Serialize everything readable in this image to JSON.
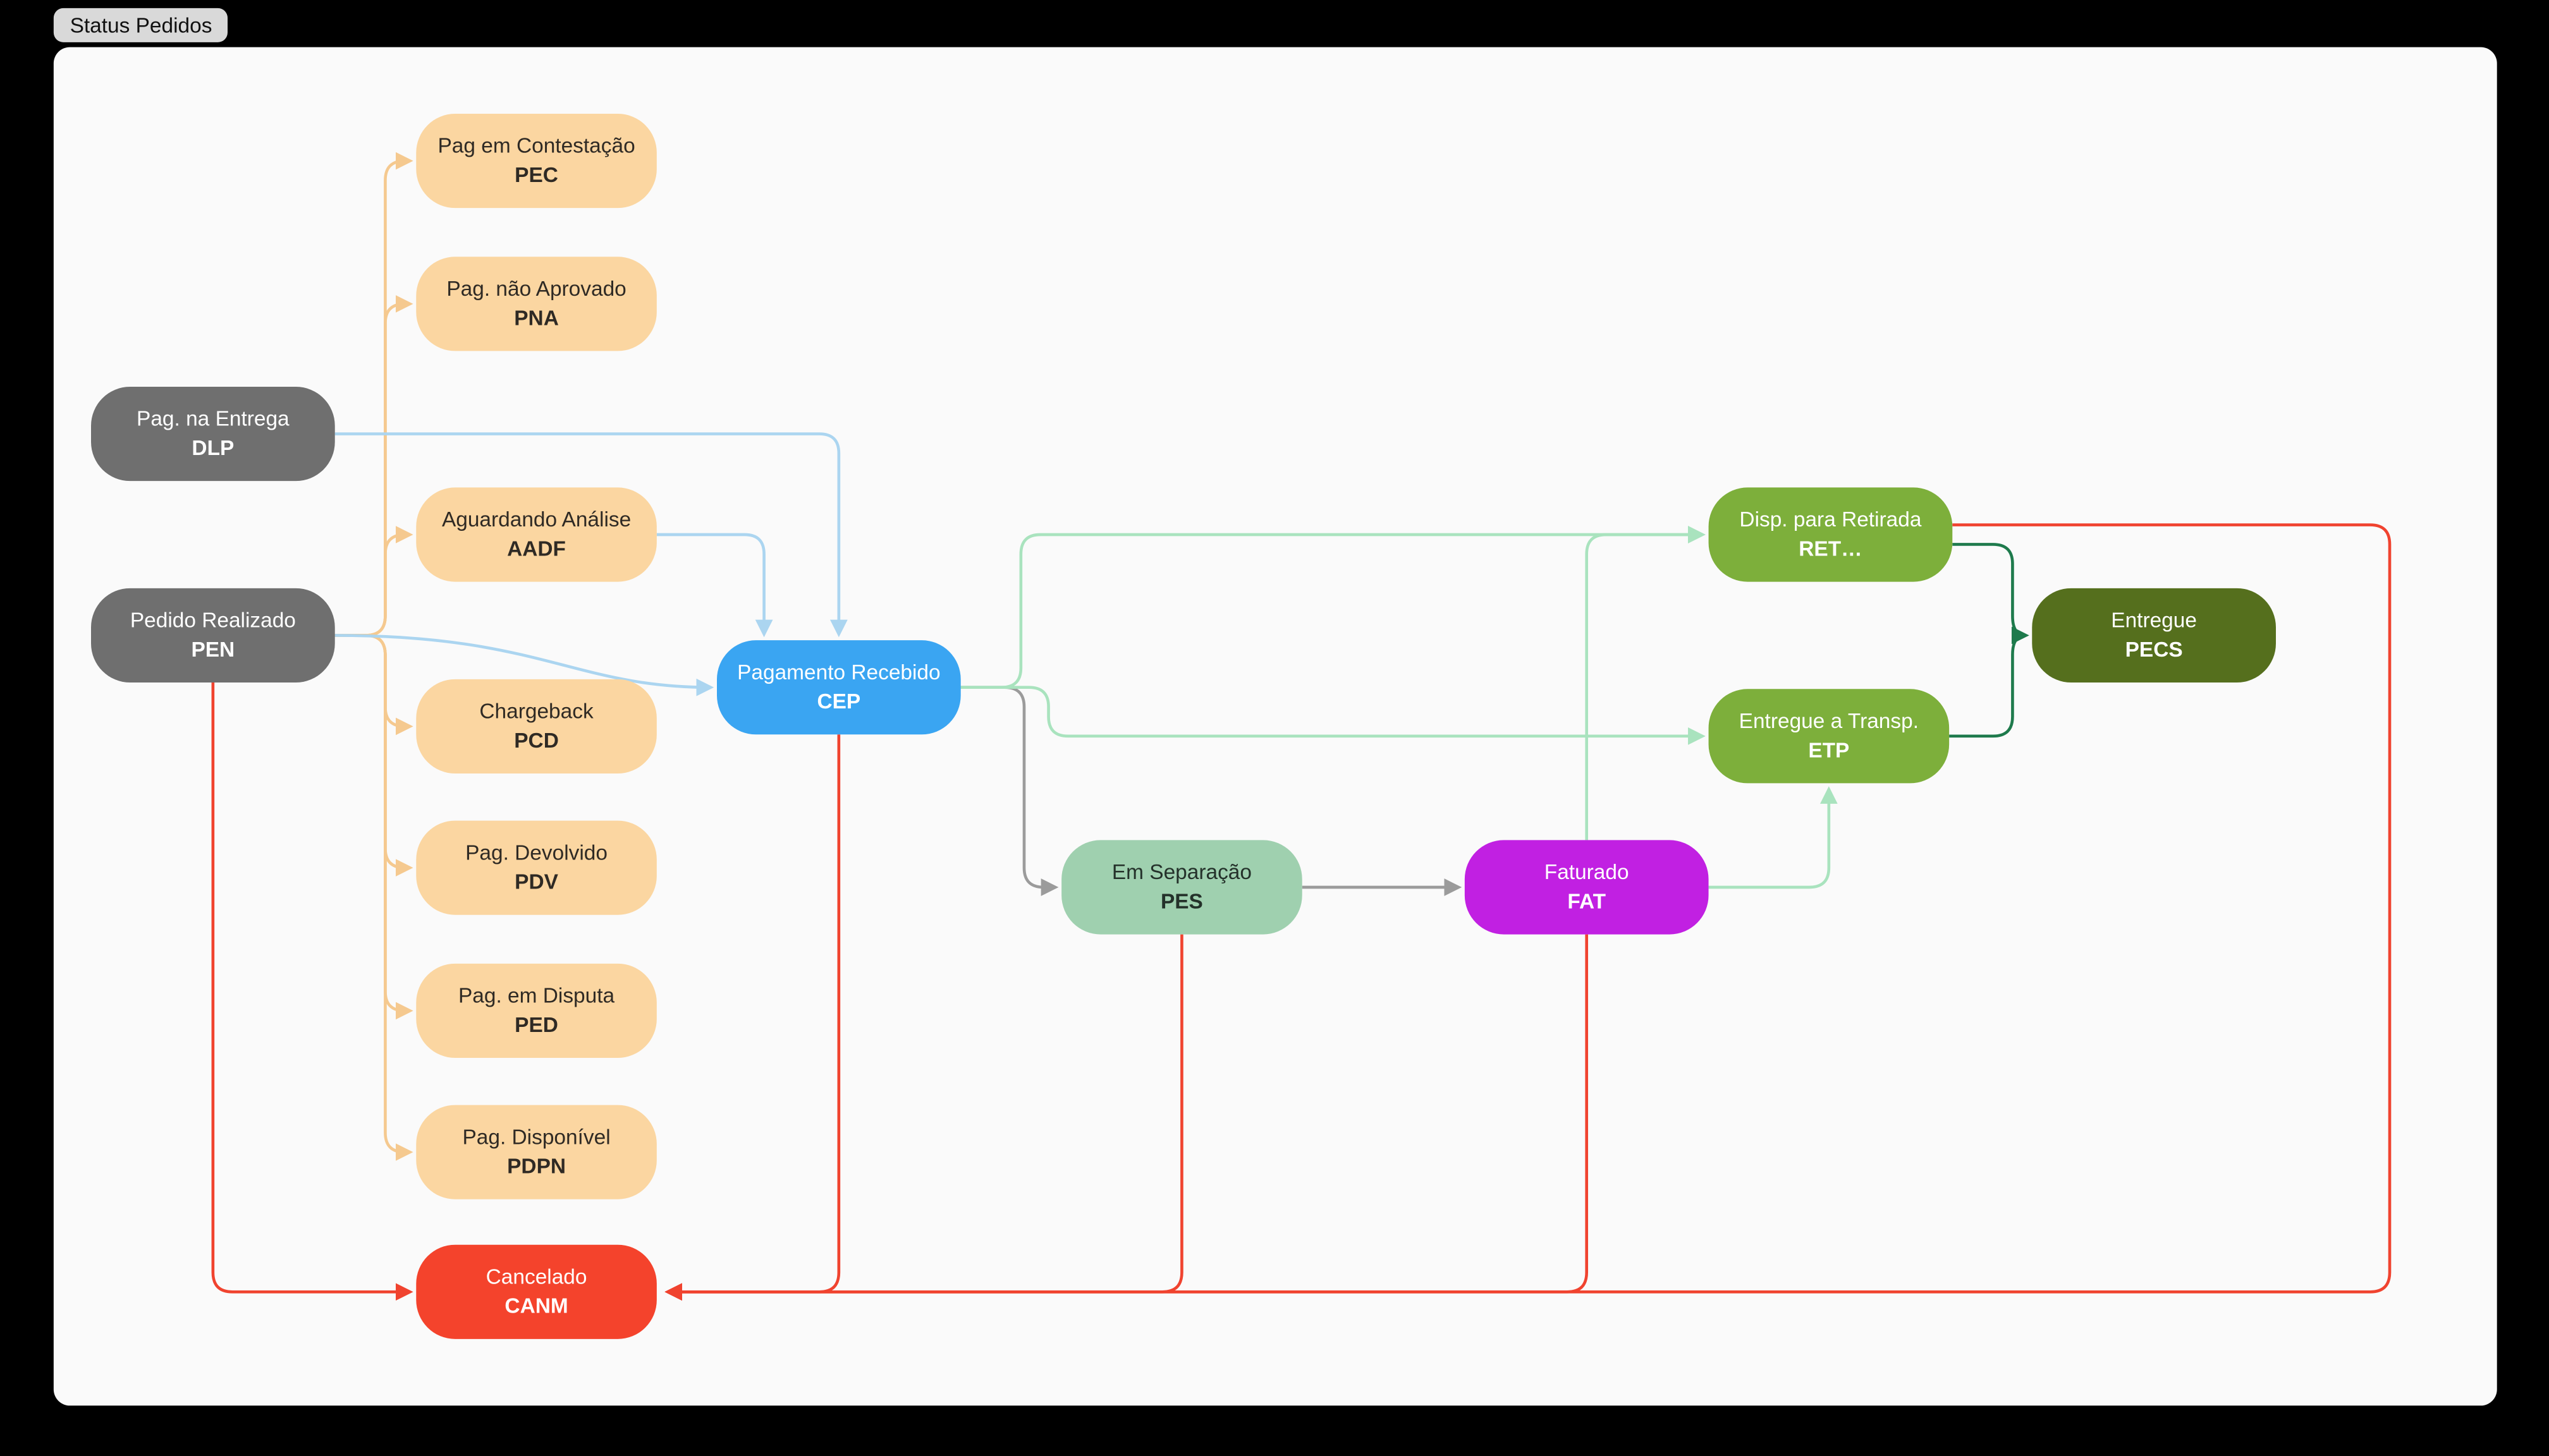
{
  "window": {
    "title": "Status Pedidos"
  },
  "canvas_background": "#fafafa",
  "app_background": "#000000",
  "node_colors": {
    "peach": {
      "bg": "#FBD6A1",
      "text": "#2F2A24"
    },
    "gray": {
      "bg": "#6F6F6F",
      "text": "#FFFFFF"
    },
    "blue": {
      "bg": "#3AA5F2",
      "text": "#FFFFFF"
    },
    "sage": {
      "bg": "#9FD0AF",
      "text": "#24312A"
    },
    "magenta": {
      "bg": "#C120E2",
      "text": "#FFFFFF"
    },
    "olive": {
      "bg": "#7DAF3B",
      "text": "#FFFFFF"
    },
    "dark_olive": {
      "bg": "#556F1D",
      "text": "#FFFFFF"
    },
    "red": {
      "bg": "#F4432C",
      "text": "#FFFFFF"
    }
  },
  "edge_colors": {
    "peach": "#F5C98F",
    "blue": "#ABD5F0",
    "gray": "#9B9B9B",
    "light_green": "#A9E3BE",
    "dark_green": "#1E7A4C",
    "red": "#F0432F"
  },
  "nodes": [
    {
      "id": "PEC",
      "label": "Pag em Contestação",
      "code": "PEC",
      "variant": "peach"
    },
    {
      "id": "PNA",
      "label": "Pag. não Aprovado",
      "code": "PNA",
      "variant": "peach"
    },
    {
      "id": "DLP",
      "label": "Pag. na Entrega",
      "code": "DLP",
      "variant": "gray"
    },
    {
      "id": "AADF",
      "label": "Aguardando Análise",
      "code": "AADF",
      "variant": "peach"
    },
    {
      "id": "PEN",
      "label": "Pedido Realizado",
      "code": "PEN",
      "variant": "gray"
    },
    {
      "id": "PCD",
      "label": "Chargeback",
      "code": "PCD",
      "variant": "peach"
    },
    {
      "id": "CEP",
      "label": "Pagamento Recebido",
      "code": "CEP",
      "variant": "blue"
    },
    {
      "id": "PDV",
      "label": "Pag. Devolvido",
      "code": "PDV",
      "variant": "peach"
    },
    {
      "id": "PED",
      "label": "Pag. em Disputa",
      "code": "PED",
      "variant": "peach"
    },
    {
      "id": "PDPN",
      "label": "Pag. Disponível",
      "code": "PDPN",
      "variant": "peach"
    },
    {
      "id": "PES",
      "label": "Em Separação",
      "code": "PES",
      "variant": "sage"
    },
    {
      "id": "FAT",
      "label": "Faturado",
      "code": "FAT",
      "variant": "magenta"
    },
    {
      "id": "RET",
      "label": "Disp. para Retirada",
      "code": "RET…",
      "variant": "olive"
    },
    {
      "id": "ETP",
      "label": "Entregue a Transp.",
      "code": "ETP",
      "variant": "olive"
    },
    {
      "id": "PECS",
      "label": "Entregue",
      "code": "PECS",
      "variant": "dark_olive"
    },
    {
      "id": "CANM",
      "label": "Cancelado",
      "code": "CANM",
      "variant": "red"
    }
  ],
  "edges": [
    {
      "from": "PEN",
      "to": "PEC",
      "color": "peach"
    },
    {
      "from": "PEN",
      "to": "PNA",
      "color": "peach"
    },
    {
      "from": "PEN",
      "to": "AADF",
      "color": "peach"
    },
    {
      "from": "PEN",
      "to": "PCD",
      "color": "peach"
    },
    {
      "from": "PEN",
      "to": "PDV",
      "color": "peach"
    },
    {
      "from": "PEN",
      "to": "PED",
      "color": "peach"
    },
    {
      "from": "PEN",
      "to": "PDPN",
      "color": "peach"
    },
    {
      "from": "DLP",
      "to": "CEP",
      "color": "blue"
    },
    {
      "from": "AADF",
      "to": "CEP",
      "color": "blue"
    },
    {
      "from": "PEN",
      "to": "CEP",
      "color": "blue"
    },
    {
      "from": "CEP",
      "to": "PES",
      "color": "gray"
    },
    {
      "from": "PES",
      "to": "FAT",
      "color": "gray"
    },
    {
      "from": "CEP",
      "to": "RET",
      "color": "light_green"
    },
    {
      "from": "CEP",
      "to": "ETP",
      "color": "light_green"
    },
    {
      "from": "FAT",
      "to": "RET",
      "color": "light_green"
    },
    {
      "from": "FAT",
      "to": "ETP",
      "color": "light_green"
    },
    {
      "from": "RET",
      "to": "PECS",
      "color": "dark_green"
    },
    {
      "from": "ETP",
      "to": "PECS",
      "color": "dark_green"
    },
    {
      "from": "PEN",
      "to": "CANM",
      "color": "red"
    },
    {
      "from": "CEP",
      "to": "CANM",
      "color": "red"
    },
    {
      "from": "PES",
      "to": "CANM",
      "color": "red"
    },
    {
      "from": "FAT",
      "to": "CANM",
      "color": "red"
    },
    {
      "from": "RET",
      "to": "CANM",
      "color": "red"
    }
  ]
}
